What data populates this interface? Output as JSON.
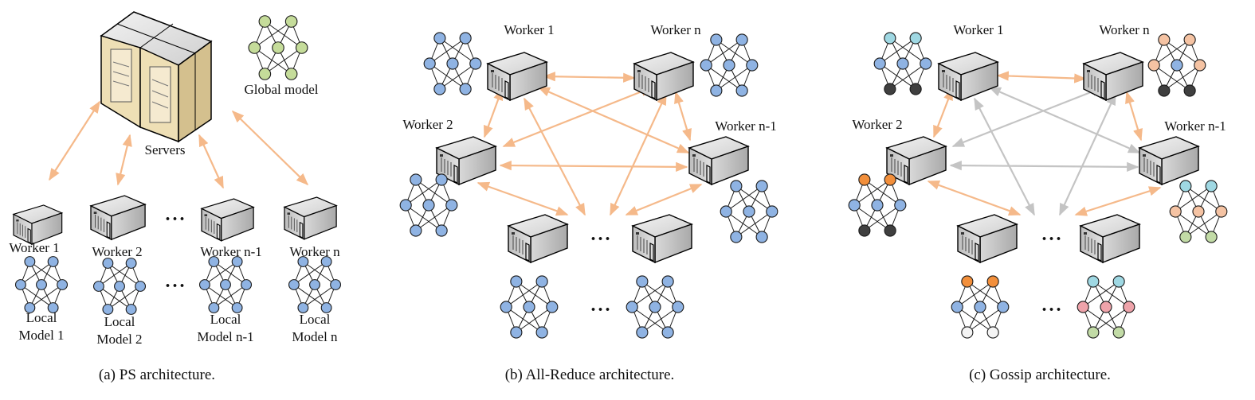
{
  "colors": {
    "arrow_orange": "#f5b98a",
    "arrow_gray": "#c4c4c4",
    "node_blue": "#8fb3e3",
    "node_green": "#c5dc9a",
    "node_dark": "#3f3f3f",
    "node_cyan": "#9fd8e3",
    "node_peach": "#f5c3a3",
    "node_orange": "#f28f3b",
    "node_pink": "#eea3aa",
    "node_lightgreen": "#c2dba6",
    "node_white": "#f4f4f4",
    "server_tan": "#eedfb5"
  },
  "ellipsis": "···",
  "ps": {
    "caption": "(a)  PS architecture.",
    "servers_label": "Servers",
    "global_model_label": "Global model",
    "workers": [
      {
        "label": "Worker 1",
        "model_line1": "Local",
        "model_line2": "Model 1"
      },
      {
        "label": "Worker 2",
        "model_line1": "Local",
        "model_line2": "Model 2"
      },
      {
        "label": "Worker n-1",
        "model_line1": "Local",
        "model_line2": "Model n-1"
      },
      {
        "label": "Worker n",
        "model_line1": "Local",
        "model_line2": "Model n"
      }
    ]
  },
  "allreduce": {
    "caption": "(b)  All-Reduce architecture.",
    "workers": [
      "Worker 1",
      "Worker n",
      "Worker 2",
      "Worker n-1"
    ]
  },
  "gossip": {
    "caption": "(c)  Gossip architecture.",
    "workers": [
      "Worker 1",
      "Worker n",
      "Worker 2",
      "Worker n-1"
    ]
  }
}
